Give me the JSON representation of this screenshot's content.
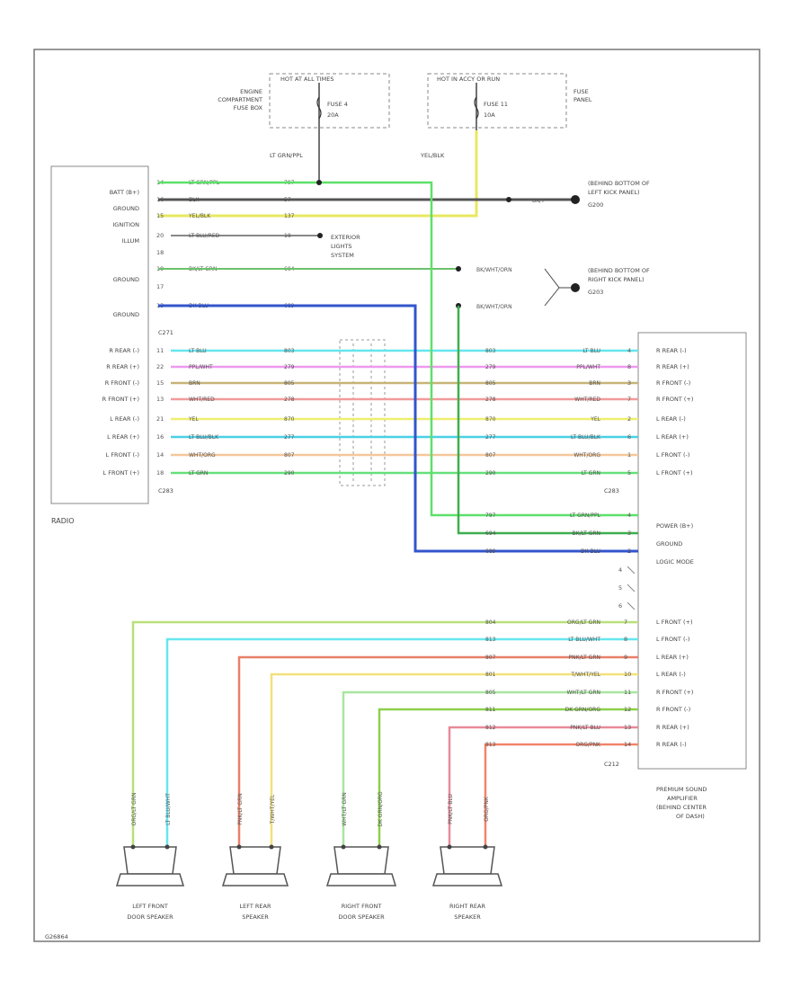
{
  "fuses": {
    "engine": {
      "header": "HOT AT ALL TIMES",
      "location": [
        "ENGINE",
        "COMPARTMENT",
        "FUSE BOX"
      ],
      "fuse_name": "FUSE 4",
      "fuse_amp": "20A"
    },
    "panel": {
      "header": "HOT IN ACCY OR RUN",
      "location": [
        "FUSE",
        "PANEL"
      ],
      "fuse_name": "FUSE 11",
      "fuse_amp": "10A"
    }
  },
  "feed_wires": {
    "batt": "LT GRN/PPL",
    "ign": "YEL/BLK"
  },
  "grounds": {
    "g200": [
      "(BEHIND BOTTOM OF",
      "LEFT KICK PANEL)",
      "G200"
    ],
    "g203": [
      "(BEHIND BOTTOM OF",
      "RIGHT KICK PANEL)",
      "G203"
    ],
    "g200_wire": "BK/Y",
    "g203_wires": [
      "BK/WHT/ORN",
      "BK/WHT/ORN"
    ]
  },
  "exterior_lights": [
    "EXTERIOR",
    "LIGHTS",
    "SYSTEM"
  ],
  "radio": {
    "name": "RADIO",
    "connector_top": "C271",
    "connector_bottom": "C283",
    "upper_labels": [
      "BATT (B+)",
      "GROUND",
      "IGNITION",
      "ILLUM",
      "GROUND",
      "GROUND"
    ],
    "speaker_labels": [
      "R REAR (-)",
      "R REAR (+)",
      "R FRONT (-)",
      "R FRONT (+)",
      "L REAR (-)",
      "L REAR (+)",
      "L FRONT (-)",
      "L FRONT (+)"
    ],
    "upper_pins": [
      {
        "pin": "14",
        "wire": "LT GRN/PPL",
        "circuit": "797",
        "color": "#5ee06a"
      },
      {
        "pin": "16",
        "wire": "BLK",
        "circuit": "57",
        "color": "#555555"
      },
      {
        "pin": "15",
        "wire": "YEL/BLK",
        "circuit": "137",
        "color": "#e8e860"
      },
      {
        "pin": "20",
        "wire": "LT BLU/RED",
        "circuit": "19",
        "color": "#888888"
      },
      {
        "pin": "18",
        "wire": "",
        "circuit": "",
        "color": ""
      },
      {
        "pin": "19",
        "wire": "BK/LT GRN",
        "circuit": "694",
        "color": "#6cc26c"
      },
      {
        "pin": "17",
        "wire": "",
        "circuit": "",
        "color": ""
      },
      {
        "pin": "13",
        "wire": "DK BLU",
        "circuit": "689",
        "color": "#3355cc"
      }
    ]
  },
  "speaker_wires": [
    {
      "pin_l": "11",
      "wire": "LT BLU",
      "circuit": "803",
      "pin_r": "4",
      "color": "#66e6ee"
    },
    {
      "pin_l": "22",
      "wire": "PPL/WHT",
      "circuit": "279",
      "pin_r": "8",
      "color": "#ee99ee"
    },
    {
      "pin_l": "15",
      "wire": "BRN",
      "circuit": "805",
      "pin_r": "3",
      "color": "#c8b478"
    },
    {
      "pin_l": "13",
      "wire": "WHT/RED",
      "circuit": "278",
      "pin_r": "7",
      "color": "#f29a9a"
    },
    {
      "pin_l": "21",
      "wire": "YEL",
      "circuit": "870",
      "pin_r": "2",
      "color": "#eeee70"
    },
    {
      "pin_l": "16",
      "wire": "LT BLU/BLK",
      "circuit": "277",
      "pin_r": "6",
      "color": "#4ad0e6"
    },
    {
      "pin_l": "14",
      "wire": "WHT/ORG",
      "circuit": "807",
      "pin_r": "1",
      "color": "#f4c79a"
    },
    {
      "pin_l": "18",
      "wire": "LT GRN",
      "circuit": "290",
      "pin_r": "5",
      "color": "#66e07a"
    }
  ],
  "amplifier": {
    "connector_top": "C283",
    "connector_bottom": "C212",
    "location": [
      "PREMIUM SOUND",
      "AMPLIFIER",
      "(BEHIND CENTER",
      "OF DASH)"
    ],
    "upper_labels": [
      "R REAR (-)",
      "R REAR (+)",
      "R FRONT (-)",
      "R FRONT (+)",
      "L REAR (-)",
      "L REAR (+)",
      "L FRONT (-)",
      "L FRONT (+)"
    ],
    "power_labels": [
      "POWER (B+)",
      "GROUND",
      "LOGIC MODE"
    ],
    "power_wires": [
      {
        "circuit": "797",
        "wire": "LT GRN/PPL",
        "pin": "4",
        "color": "#5ee06a"
      },
      {
        "circuit": "694",
        "wire": "BK/LT GRN",
        "pin": "3",
        "color": "#3fae4f"
      },
      {
        "circuit": "689",
        "wire": "DK BLU",
        "pin": "2",
        "color": "#3355cc"
      }
    ],
    "spare_pins": [
      "4",
      "5",
      "6"
    ],
    "lower_labels": [
      "L FRONT (+)",
      "L FRONT (-)",
      "L REAR (+)",
      "L REAR (-)",
      "R FRONT (+)",
      "R FRONT (-)",
      "R REAR (+)",
      "R REAR (-)"
    ]
  },
  "output_wires": [
    {
      "circuit": "804",
      "wire": "ORG/LT GRN",
      "pin": "7",
      "color": "#b9e07a"
    },
    {
      "circuit": "813",
      "wire": "LT BLU/WHT",
      "pin": "8",
      "color": "#66e6ee"
    },
    {
      "circuit": "807",
      "wire": "PNK/LT GRN",
      "pin": "9",
      "color": "#e8806a"
    },
    {
      "circuit": "801",
      "wire": "T/WHT/YEL",
      "pin": "10",
      "color": "#f2e07a"
    },
    {
      "circuit": "805",
      "wire": "WHT/LT GRN",
      "pin": "11",
      "color": "#a8e6a0"
    },
    {
      "circuit": "811",
      "wire": "DK GRN/ORG",
      "pin": "12",
      "color": "#8cd04a"
    },
    {
      "circuit": "812",
      "wire": "PNK/LT BLU",
      "pin": "13",
      "color": "#e88a9a"
    },
    {
      "circuit": "813",
      "wire": "ORG/PNK",
      "pin": "14",
      "color": "#f0846a"
    }
  ],
  "speakers": [
    {
      "name": [
        "LEFT FRONT",
        "DOOR SPEAKER"
      ],
      "wires": [
        "ORG/LT GRN",
        "LT BLU/WHT"
      ]
    },
    {
      "name": [
        "LEFT REAR",
        "SPEAKER"
      ],
      "wires": [
        "PNK/LT GRN",
        "T/WHT/YEL"
      ]
    },
    {
      "name": [
        "RIGHT FRONT",
        "DOOR SPEAKER"
      ],
      "wires": [
        "WHT/LT GRN",
        "DK GRN/ORG"
      ]
    },
    {
      "name": [
        "RIGHT REAR",
        "SPEAKER"
      ],
      "wires": [
        "PNK/LT BLU",
        "ORG/PNK"
      ]
    }
  ],
  "figure_id": "G26864"
}
